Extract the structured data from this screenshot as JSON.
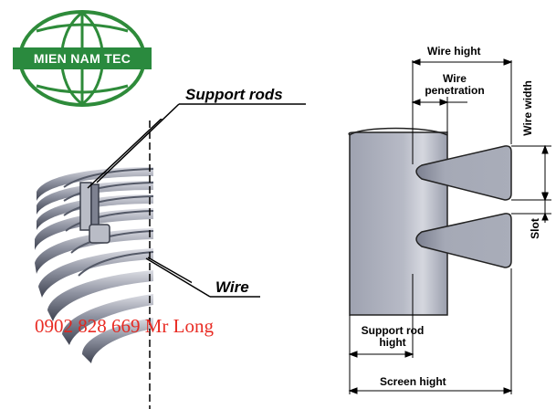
{
  "logo": {
    "text": "MIEN NAM TEC",
    "colors": {
      "green": "#2e8b3a",
      "band": "#2a8a3e"
    }
  },
  "left_figure": {
    "labels": {
      "support_rods": "Support rods",
      "wire": "Wire"
    },
    "contact": "0902 828 669 Mr Long"
  },
  "right_figure": {
    "labels": {
      "wire_hight": "Wire hight",
      "wire_penetration_1": "Wire",
      "wire_penetration_2": "penetration",
      "wire_width": "Wire width",
      "slot": "Slot",
      "support_rod_hight_1": "Support rod",
      "support_rod_hight_2": "hight",
      "screen_hight": "Screen hight"
    },
    "colors": {
      "metal": "#a7abb8",
      "metal_dark": "#6e7282",
      "metal_light": "#c9ccd6"
    }
  }
}
